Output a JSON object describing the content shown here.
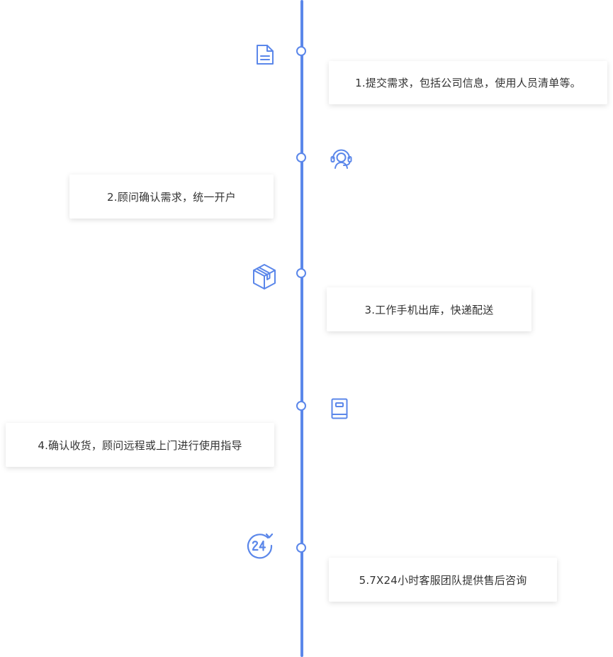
{
  "timeline": {
    "accent_color": "#5b87ea",
    "steps": [
      {
        "label": "1.提交需求，包括公司信息，使用人员清单等。",
        "icon": "document-icon"
      },
      {
        "label": "2.顾问确认需求，统一开户",
        "icon": "headset-icon"
      },
      {
        "label": "3.工作手机出库，快递配送",
        "icon": "package-icon"
      },
      {
        "label": "4.确认收货，顾问远程或上门进行使用指导",
        "icon": "book-icon"
      },
      {
        "label": "5.7X24小时客服团队提供售后咨询",
        "icon": "24-hour-icon"
      }
    ]
  }
}
